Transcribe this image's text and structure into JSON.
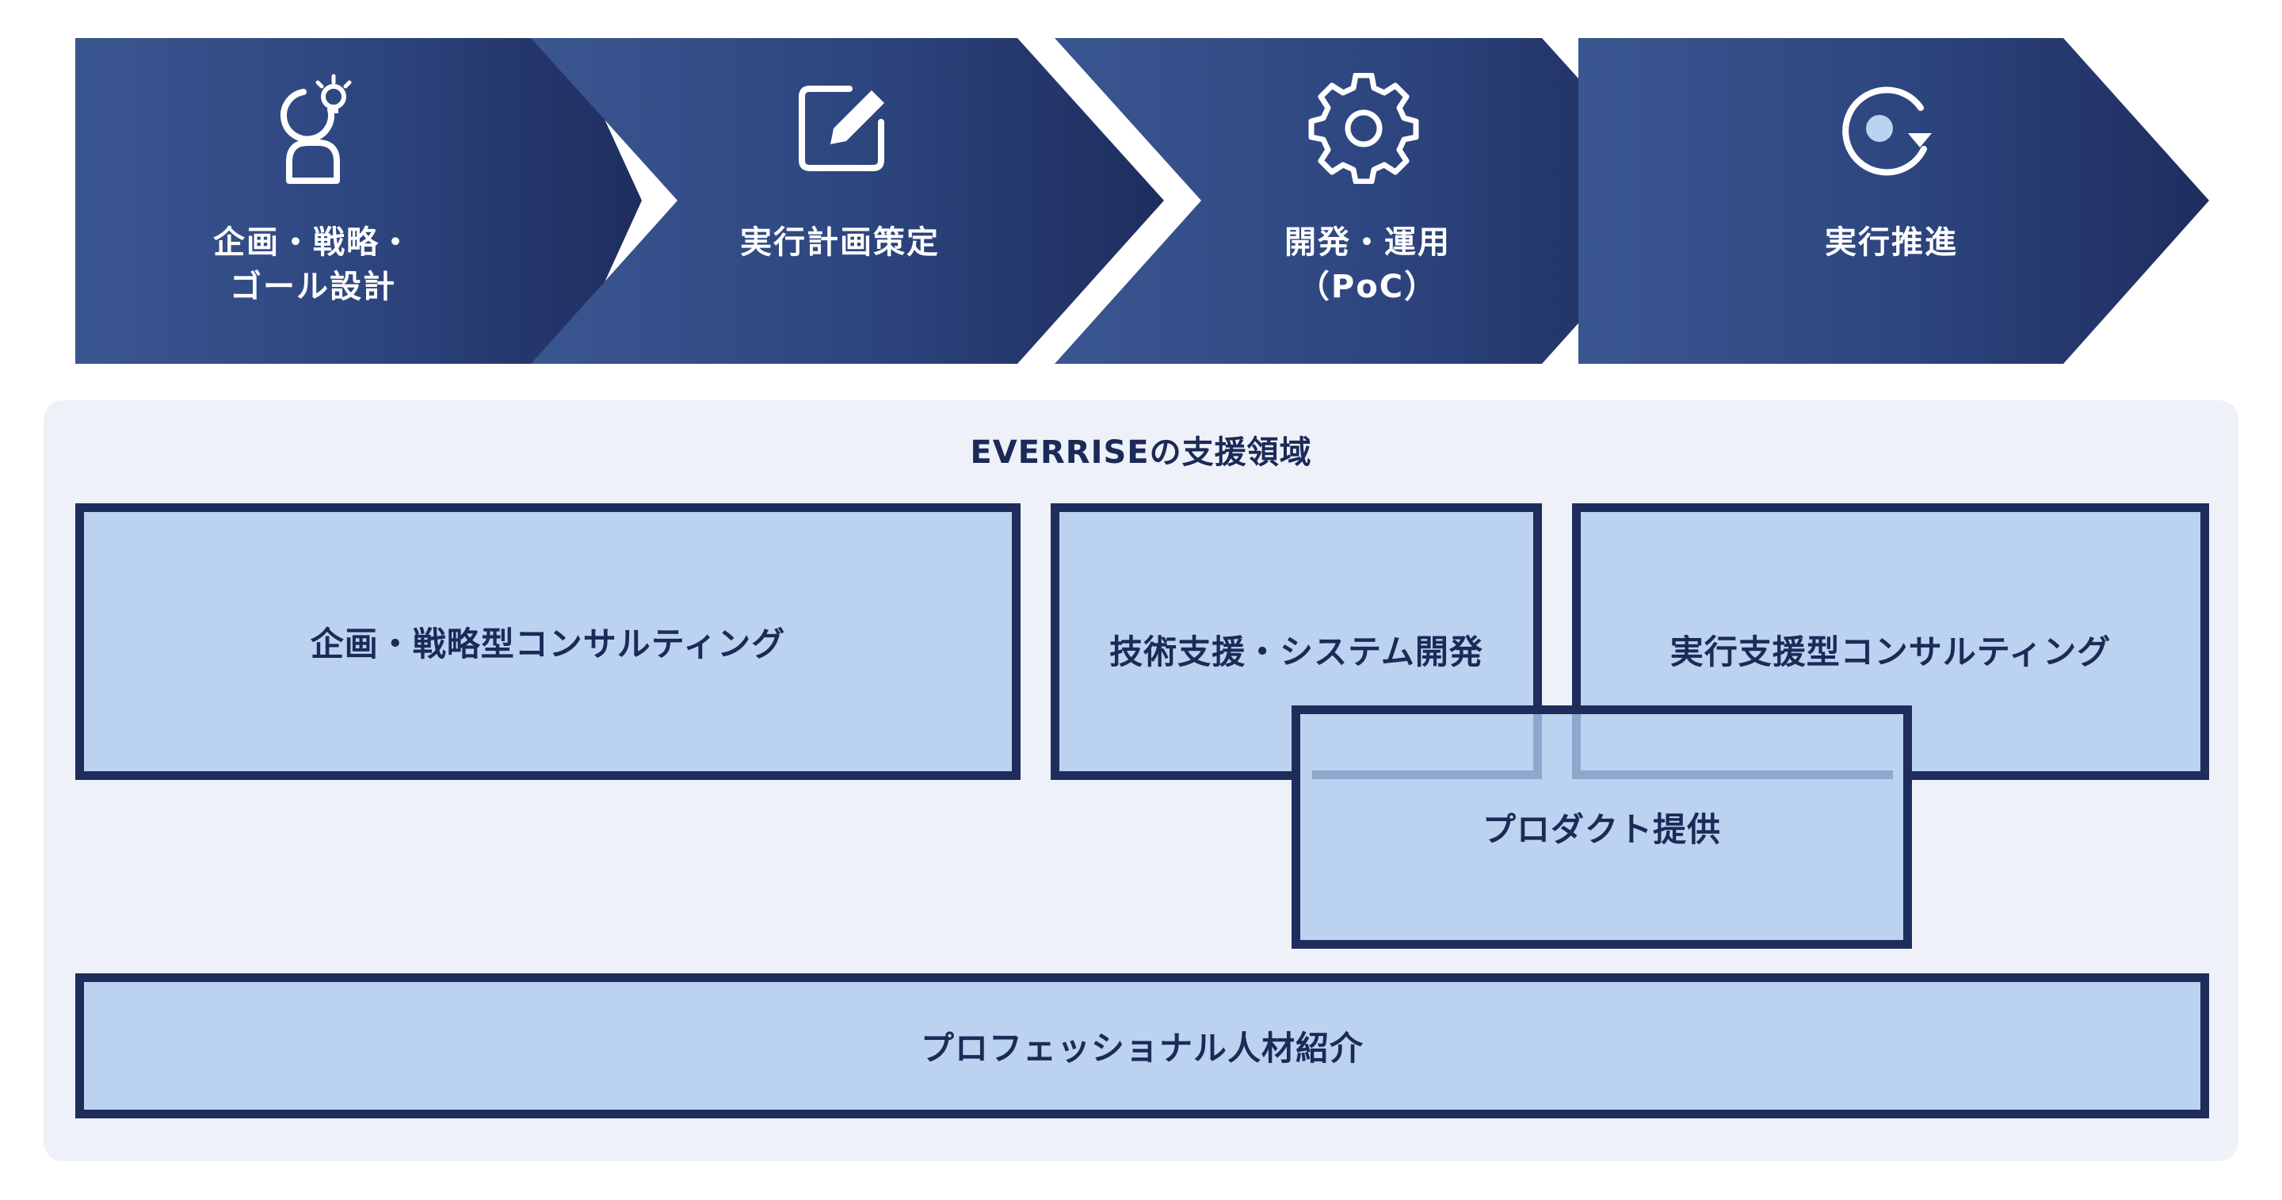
{
  "process_steps": [
    {
      "label": "企画・戦略・\nゴール設計",
      "icon": "person-idea-icon"
    },
    {
      "label": "実行計画策定",
      "icon": "edit-icon"
    },
    {
      "label": "開発・運用\n（PoC）",
      "icon": "gear-icon"
    },
    {
      "label": "実行推進",
      "icon": "cycle-icon"
    }
  ],
  "support_area": {
    "title": "EVERRISEの支援領域",
    "boxes": {
      "strategy": "企画・戦略型コンサルティング",
      "tech": "技術支援・システム開発",
      "execution": "実行支援型コンサルティング",
      "product": "プロダクト提供",
      "talent": "プロフェッショナル人材紹介"
    }
  },
  "colors": {
    "chevron_start": "#3a5691",
    "chevron_end": "#1e2d5e",
    "box_fill": "#bbd3f1",
    "box_border": "#1f2d5c",
    "panel_bg": "#eef2f8",
    "text": "#1c2a57"
  }
}
